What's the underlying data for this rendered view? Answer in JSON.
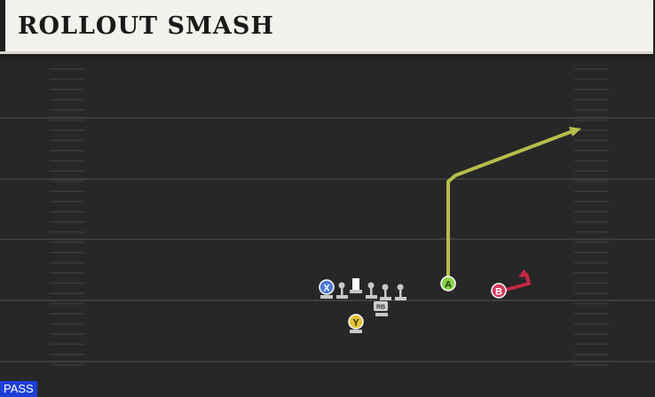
{
  "play": {
    "title": "ROLLOUT SMASH",
    "type_label": "PASS"
  },
  "players": {
    "x_label": "X",
    "y_label": "Y",
    "a_label": "A",
    "b_label": "B",
    "rb_label": "RB"
  },
  "colors": {
    "title_background": "#f3f1ec",
    "field": "#272727",
    "route_a": "#b7bd4a",
    "route_b": "#c22843",
    "player_x": "#4f78d8",
    "player_y": "#e5c23a",
    "player_a": "#8ed14c",
    "player_b": "#d53a5a",
    "linemen": "#c8c8c8",
    "badge": "#1d3fd6"
  },
  "icons": {
    "lineman": "lineman-token-icon",
    "center": "center-token-icon",
    "arrow": "route-arrowhead-icon"
  }
}
